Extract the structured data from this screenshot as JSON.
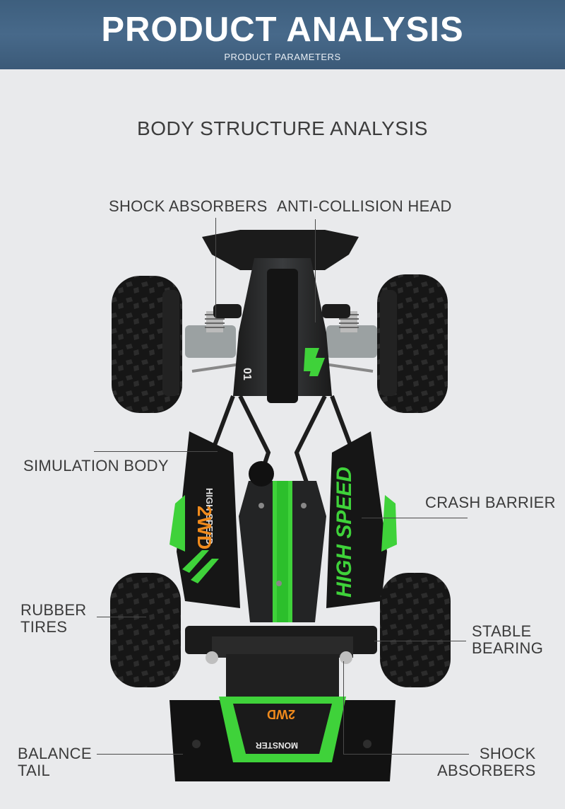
{
  "header": {
    "title": "PRODUCT ANALYSIS",
    "subtitle": "PRODUCT PARAMETERS"
  },
  "section_title": "BODY STRUCTURE ANALYSIS",
  "callouts": {
    "shock_absorbers_top": "SHOCK ABSORBERS",
    "anti_collision_head": "ANTI-COLLISION HEAD",
    "simulation_body": "SIMULATION BODY",
    "crash_barrier": "CRASH BARRIER",
    "rubber_tires": "RUBBER\nTIRES",
    "stable_bearing": "STABLE\nBEARING",
    "balance_tail": "BALANCE\nTAIL",
    "shock_absorbers_bottom": "SHOCK\nABSORBERS"
  },
  "car_markings": {
    "model": "2WD",
    "speed_small": "HIGH SPEED",
    "speed_large": "HIGH SPEED",
    "tail_name": "MONSTER",
    "number": "01"
  },
  "colors": {
    "accent_green": "#3fd23a",
    "accent_orange": "#f08a1c",
    "header_blue": "#42627f"
  }
}
